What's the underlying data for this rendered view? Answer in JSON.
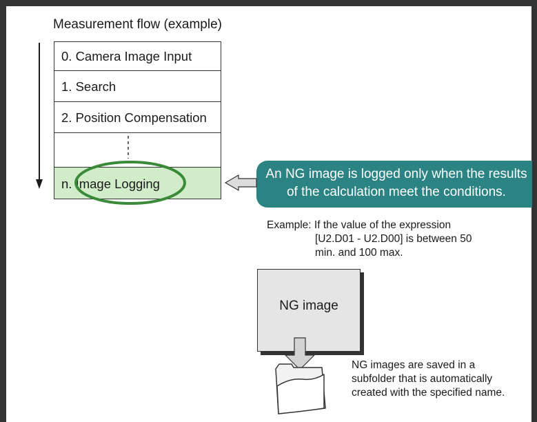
{
  "flow": {
    "title": "Measurement flow (example)",
    "steps": [
      "0. Camera Image Input",
      "1. Search",
      "2. Position Compensation",
      "",
      "n. Image Logging"
    ]
  },
  "callout": {
    "line1": "An NG image is logged only when the results",
    "line2": "of the calculation meet the conditions."
  },
  "example": {
    "line1": "Example: If the value of the expression",
    "line2": "[U2.D01 - U2.D00] is between 50",
    "line3": "min. and 100 max."
  },
  "ng_image": {
    "label": "NG image"
  },
  "folder_note": {
    "line1": "NG images are saved in a",
    "line2": "subfolder that is automatically",
    "line3": "created with the specified name."
  },
  "colors": {
    "highlight_fill": "#d0ecc8",
    "callout": "#2b8383",
    "ellipse": "#3a8a3a"
  }
}
